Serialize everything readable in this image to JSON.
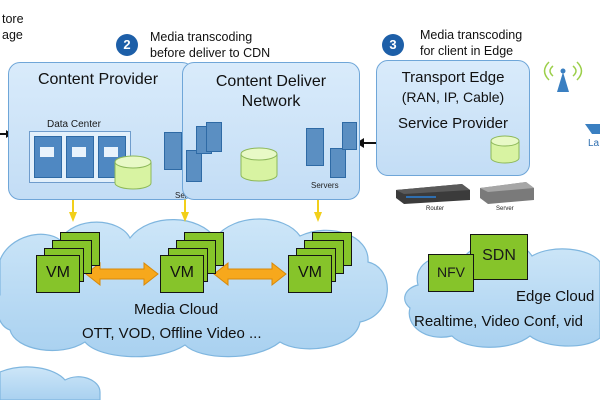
{
  "colors": {
    "panel_fill": "#cfe4f8",
    "panel_border": "#6fa6d8",
    "badge": "#1d5fa8",
    "vm_green": "#86c42a",
    "cloud_fill": "#b9dbf5",
    "arrow_orange": "#f7a81c",
    "down_arrow_yellow": "#f2cf1a",
    "server_blue": "#5b8fc2",
    "cylinder_green": "#d8f3a2"
  },
  "top_left_callout": {
    "line1": "tore",
    "line2": "age"
  },
  "step2": {
    "number": "2",
    "line1": "Media transcoding",
    "line2": "before deliver to CDN"
  },
  "step3": {
    "number": "3",
    "line1": "Media transcoding",
    "line2": "for client in Edge"
  },
  "content_provider": {
    "title": "Content Provider",
    "data_center_label": "Data Center",
    "servers_label": "Servers"
  },
  "cdn": {
    "title_line1": "Content Deliver",
    "title_line2": "Network",
    "servers_label": "Servers"
  },
  "transport_edge": {
    "title_line1": "Transport Edge",
    "title_line2": "(RAN, IP, Cable)",
    "title_line3": "Service Provider",
    "router_label": "Router",
    "server_label": "Server"
  },
  "right_edge_label": "La",
  "vm_label": "VM",
  "media_cloud": {
    "title": "Media Cloud",
    "subtitle": "OTT, VOD, Offline Video ..."
  },
  "edge_cloud": {
    "nfv": "NFV",
    "sdn": "SDN",
    "title": "Edge Cloud",
    "subtitle": "Realtime, Video Conf, vid"
  },
  "icons": [
    "server-icon",
    "database-cylinder-icon",
    "router-icon",
    "antenna-icon",
    "cloud-icon",
    "double-arrow-icon",
    "down-arrow-icon"
  ]
}
